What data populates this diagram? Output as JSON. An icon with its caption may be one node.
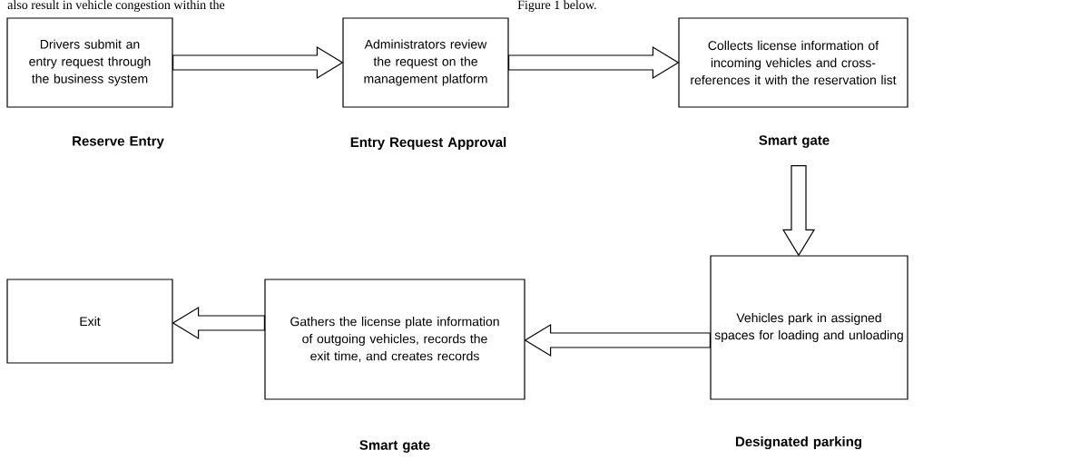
{
  "diagram": {
    "nodes": [
      {
        "text": [
          "Drivers submit an entry request through the business system"
        ],
        "beside": [
          "Reserve Entry"
        ]
      },
      {
        "text": [
          "Administrators review the request on the management platform"
        ],
        "beside": [
          "Entry Request Approval"
        ]
      },
      {
        "text": [
          "Collects license information of incoming vehicles and cross-references it with the reservation list"
        ],
        "beside": [
          "Smart gate"
        ]
      },
      {
        "text": [
          "Vehicles park in assigned spaces for loading and unloading"
        ],
        "beside": [
          "Designated parking"
        ]
      },
      {
        "text": [
          "Gathers the license plate information of outgoing vehicles, records the exit time, and creates records"
        ],
        "beside": [
          "Smart gate"
        ]
      },
      {
        "text": [
          "Exit"
        ]
      }
    ],
    "edges": [
      {
        "from": 0,
        "to": 1,
        "arrow": "to"
      },
      {
        "from": 1,
        "to": 2,
        "arrow": "to"
      },
      {
        "from": 2,
        "to": 3,
        "arrow": "to"
      },
      {
        "from": 3,
        "to": 4,
        "arrow": "to"
      },
      {
        "from": 4,
        "to": 5,
        "arrow": "to"
      }
    ],
    "labels": [
      "also result in vehicle congestion within the",
      "Figure 1 below."
    ]
  }
}
